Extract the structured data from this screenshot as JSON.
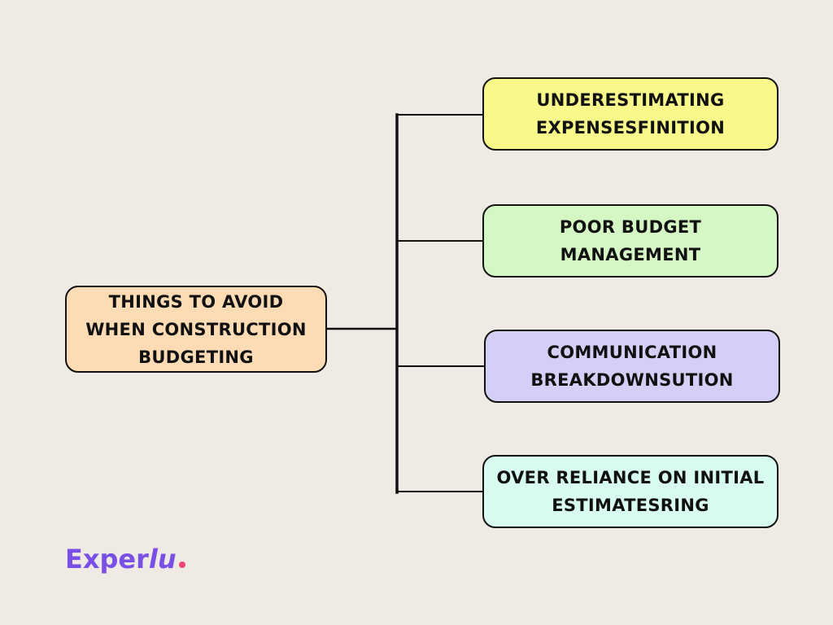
{
  "diagram": {
    "root": {
      "text": "THINGS TO AVOID WHEN CONSTRUCTION BUDGETING",
      "fill": "#fddcb5"
    },
    "branches": [
      {
        "text": "UNDERESTIMATING EXPENSESFINITION",
        "fill": "#f9f88a"
      },
      {
        "text": "POOR BUDGET MANAGEMENT",
        "fill": "#d4f7c4"
      },
      {
        "text": "COMMUNICATION BREAKDOWNSUTION",
        "fill": "#d4cff7"
      },
      {
        "text": "OVER RELIANCE ON INITIAL ESTIMATESRING",
        "fill": "#d8fbf2"
      }
    ],
    "line_color": "#111111"
  },
  "logo": {
    "part1": "Exper",
    "part2": "lu",
    "text_color": "#7a4fe6",
    "dot_color": "#f0457a"
  }
}
